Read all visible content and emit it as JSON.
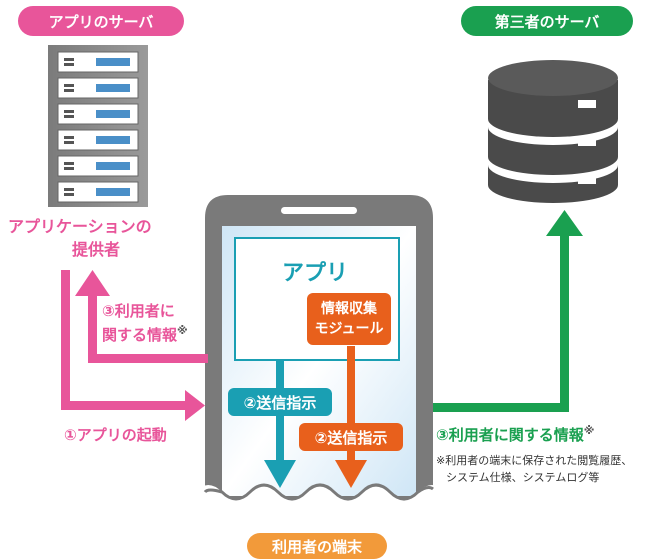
{
  "labels": {
    "app_server": "アプリのサーバ",
    "third_party_server": "第三者のサーバ",
    "provider_line1": "アプリケーションの",
    "provider_line2": "提供者",
    "info_about_user_left_line1": "③利用者に",
    "info_about_user_left_line2": "関する情報",
    "note_mark": "※",
    "app_launch": "①アプリの起動",
    "app_title": "アプリ",
    "module_line1": "情報収集",
    "module_line2": "モジュール",
    "send_instruction_teal": "②送信指示",
    "send_instruction_orange": "②送信指示",
    "info_about_user_right": "③利用者に関する情報",
    "note_line1": "※利用者の端末に保存された閲覧履歴、",
    "note_line2": "システム仕様、システムログ等",
    "user_terminal": "利用者の端末"
  },
  "colors": {
    "pink": "#e8559a",
    "green": "#1aa050",
    "teal": "#1a9fb3",
    "orange": "#e8601c",
    "server_gray": "#8a8a8a",
    "db_dark": "#4a4a4a"
  },
  "icons": [
    "server-rack-icon",
    "database-icon",
    "smartphone-icon"
  ]
}
